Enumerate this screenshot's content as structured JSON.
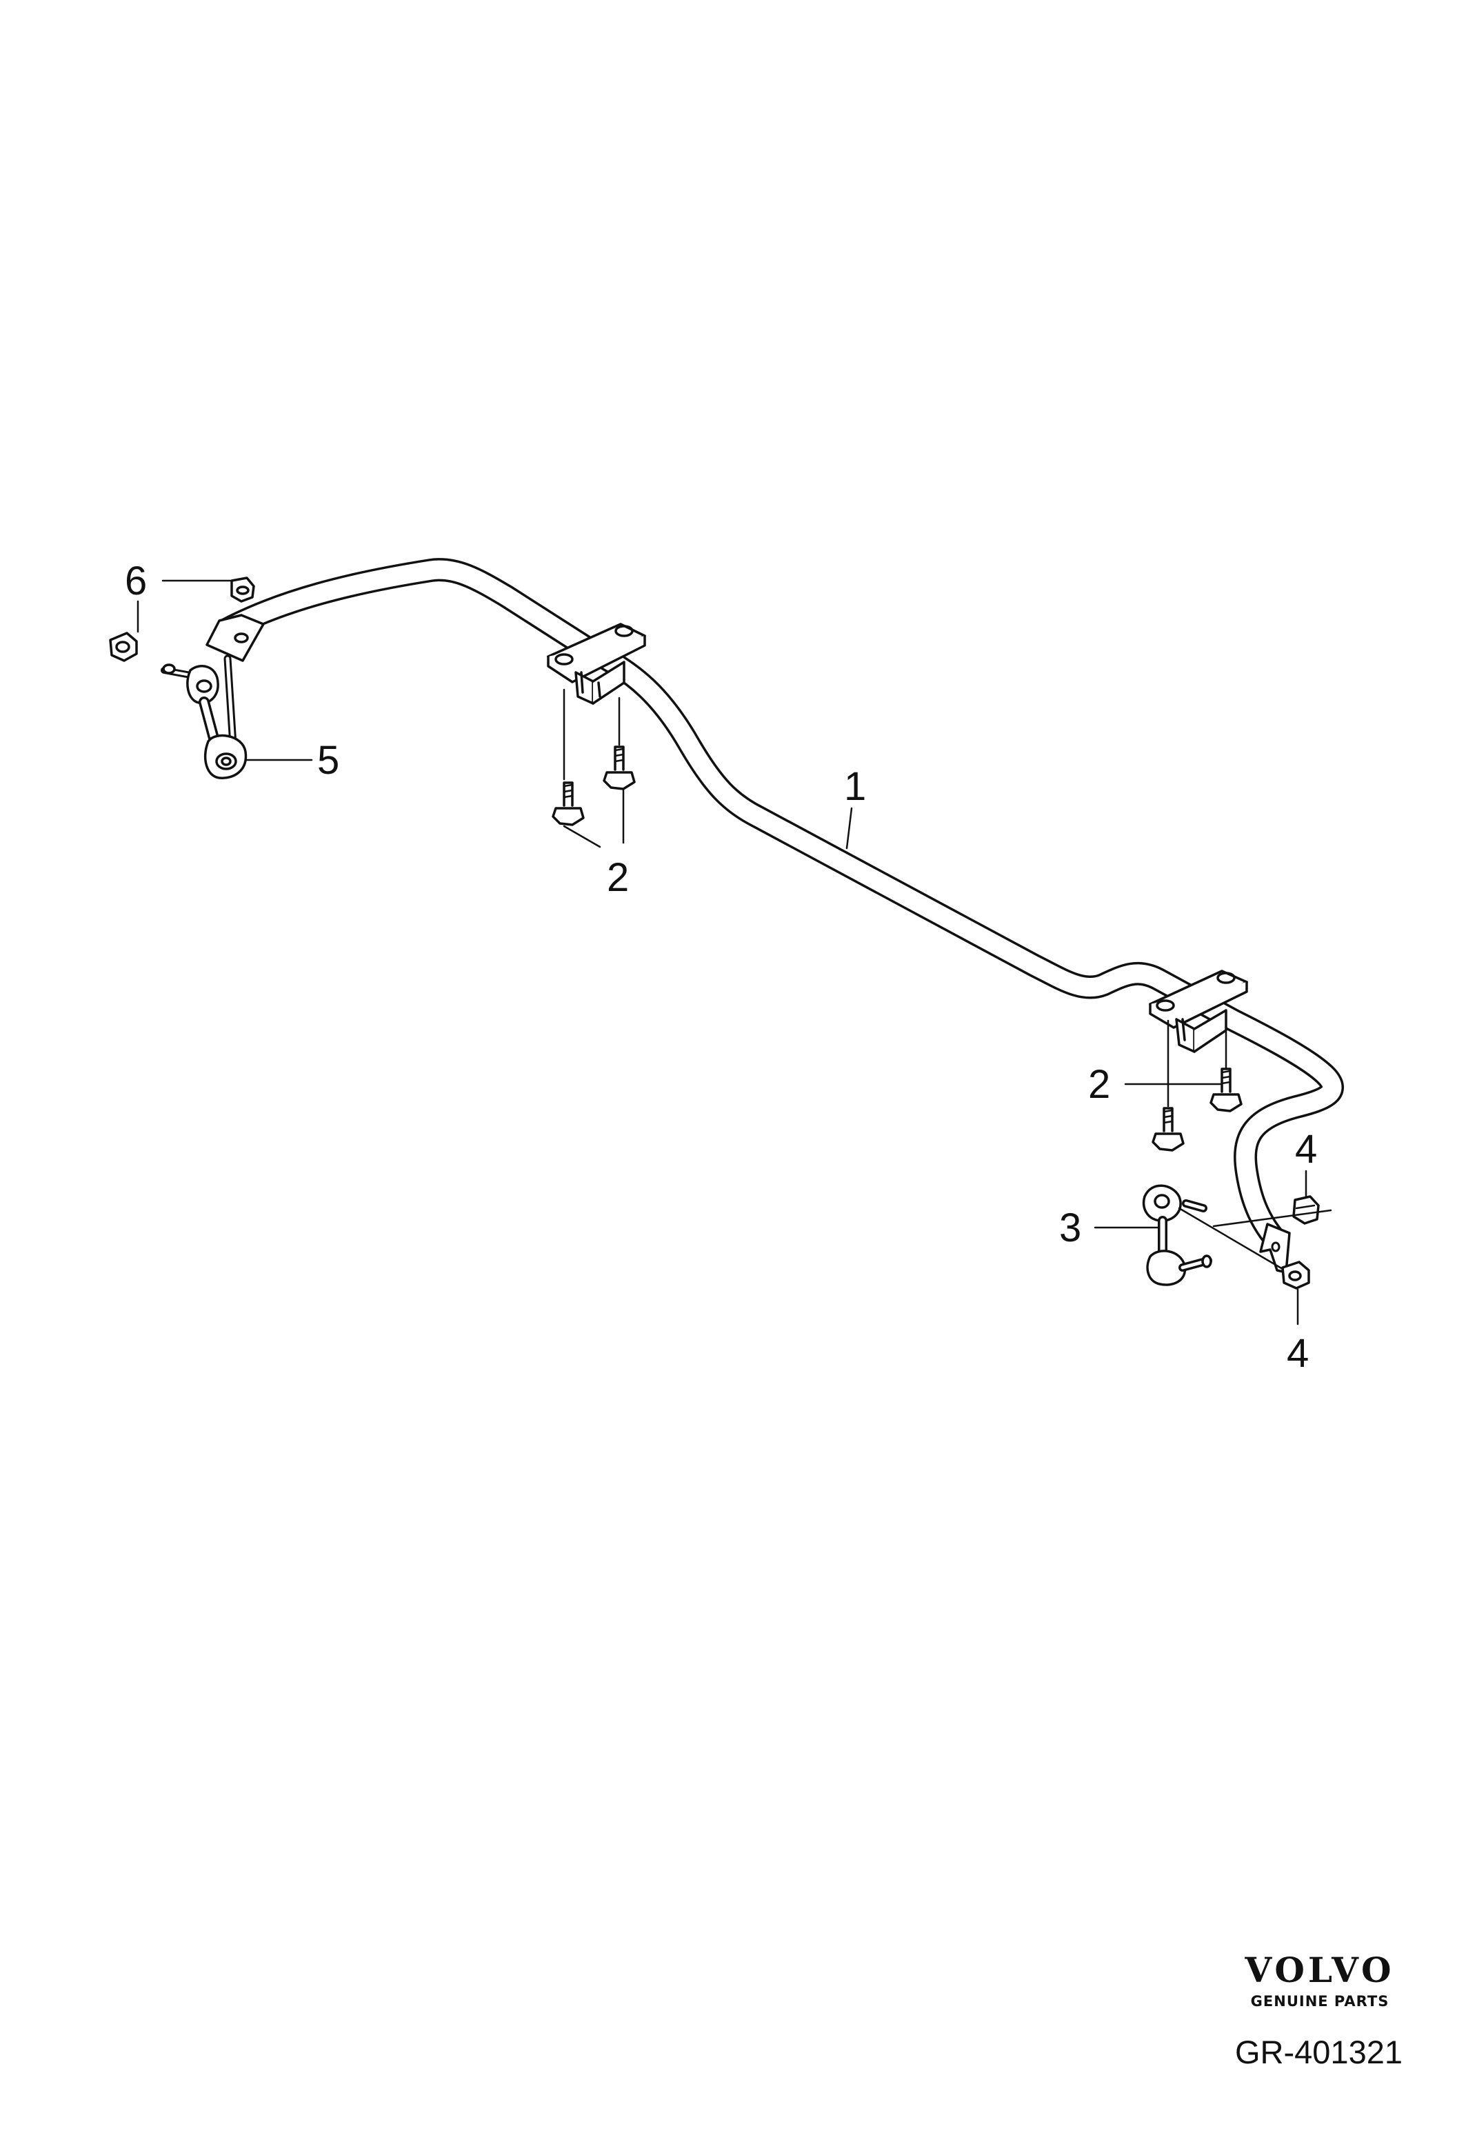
{
  "callouts": {
    "c1": "1",
    "c2a": "2",
    "c2b": "2",
    "c3": "3",
    "c4a": "4",
    "c4b": "4",
    "c5": "5",
    "c6": "6"
  },
  "brand": {
    "logo": "VOLVO",
    "sub": "GENUINE PARTS"
  },
  "diagram_code": "GR-401321"
}
